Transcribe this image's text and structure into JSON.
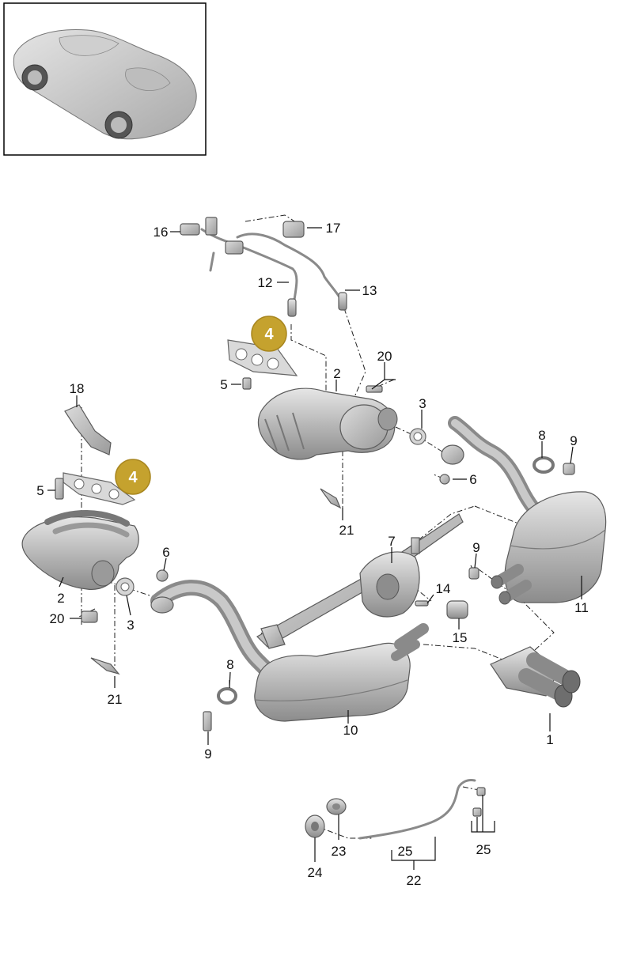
{
  "thumbnail": {
    "subject": "car-thumbnail"
  },
  "callouts": {
    "c1": "1",
    "c2a": "2",
    "c2b": "2",
    "c3a": "3",
    "c3b": "3",
    "c4a": "4",
    "c4b": "4",
    "c5a": "5",
    "c5b": "5",
    "c6a": "6",
    "c6b": "6",
    "c7": "7",
    "c8a": "8",
    "c8b": "8",
    "c9a": "9",
    "c9b": "9",
    "c9c": "9",
    "c10": "10",
    "c11": "11",
    "c12": "12",
    "c13": "13",
    "c14": "14",
    "c15": "15",
    "c16": "16",
    "c17": "17",
    "c18": "18",
    "c20a": "20",
    "c20b": "20",
    "c21a": "21",
    "c21b": "21",
    "c22": "22",
    "c23": "23",
    "c24": "24",
    "c25a": "25",
    "c25b": "25"
  },
  "colors": {
    "badge": "#c5a22e",
    "part_light": "#d6d6d6",
    "part_dark": "#8f8f8f",
    "frame": "#000000"
  }
}
